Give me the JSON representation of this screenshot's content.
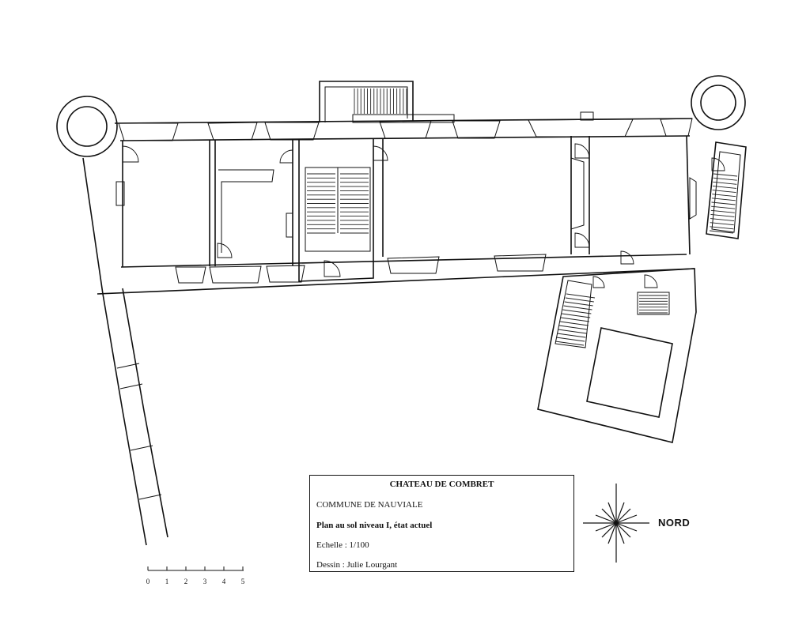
{
  "cartouche": {
    "title": "CHATEAU DE COMBRET",
    "commune": "COMMUNE DE NAUVIALE",
    "plan": "Plan au sol niveau I, état actuel",
    "scale": "Echelle : 1/100",
    "author": "Dessin : Julie Lourgant"
  },
  "compass": {
    "label": "NORD"
  },
  "scale_bar": {
    "ticks": [
      "0",
      "1",
      "2",
      "3",
      "4",
      "5"
    ]
  },
  "colors": {
    "ink": "#111111",
    "paper": "#ffffff"
  }
}
